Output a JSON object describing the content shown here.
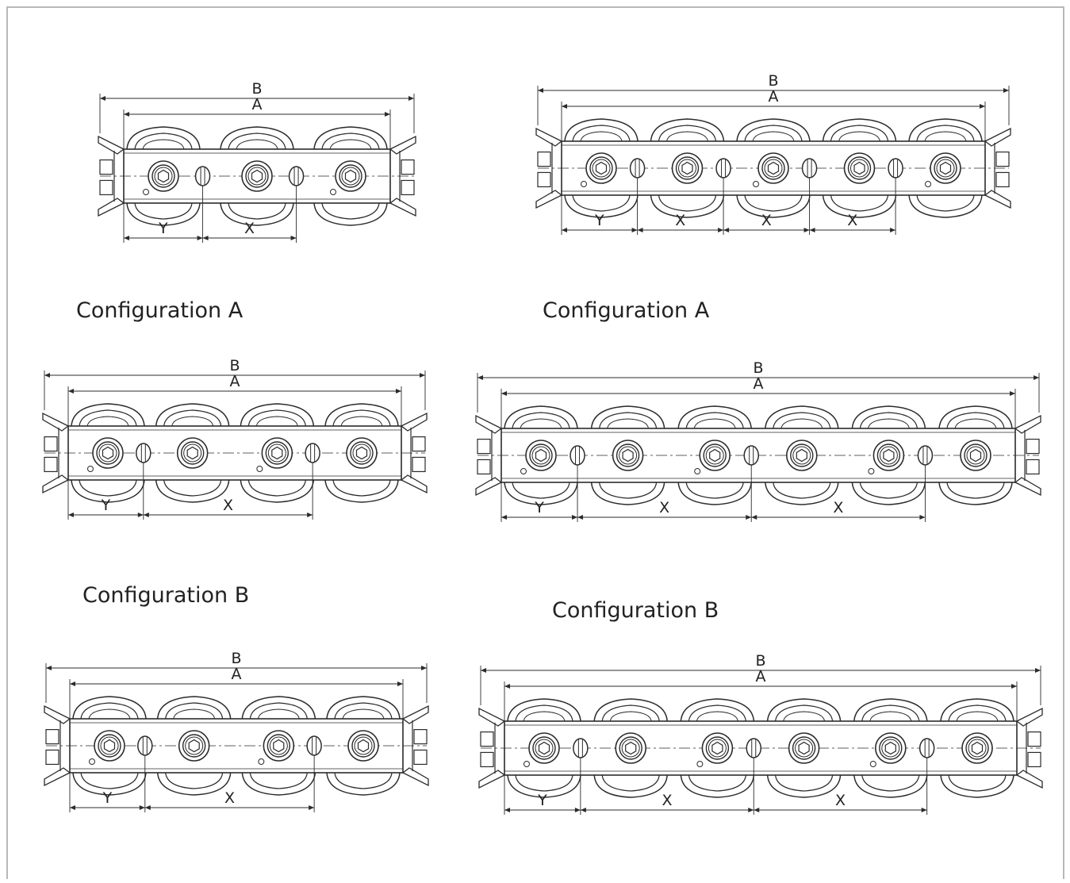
{
  "labels": {
    "overall": "B",
    "body": "A",
    "first_pitch": "Y",
    "pitch": "X"
  },
  "captions": {
    "row1_left": "Configuration A",
    "row1_right": "Configuration A",
    "row2_left": "Configuration B",
    "row2_right": "Configuration B"
  },
  "assemblies": [
    {
      "wheels": 3,
      "pins_after_wheel": [
        1,
        2
      ]
    },
    {
      "wheels": 5,
      "pins_after_wheel": [
        1,
        2,
        3,
        4
      ]
    },
    {
      "wheels": 4,
      "pins_after_wheel": [
        1,
        3
      ]
    },
    {
      "wheels": 6,
      "pins_after_wheel": [
        1,
        3,
        5
      ]
    },
    {
      "wheels": 4,
      "pins_after_wheel": [
        1,
        3
      ]
    },
    {
      "wheels": 6,
      "pins_after_wheel": [
        1,
        3,
        5
      ]
    }
  ],
  "colors": {
    "line": "#2b2b2b",
    "frame": "#b8b8b8"
  }
}
